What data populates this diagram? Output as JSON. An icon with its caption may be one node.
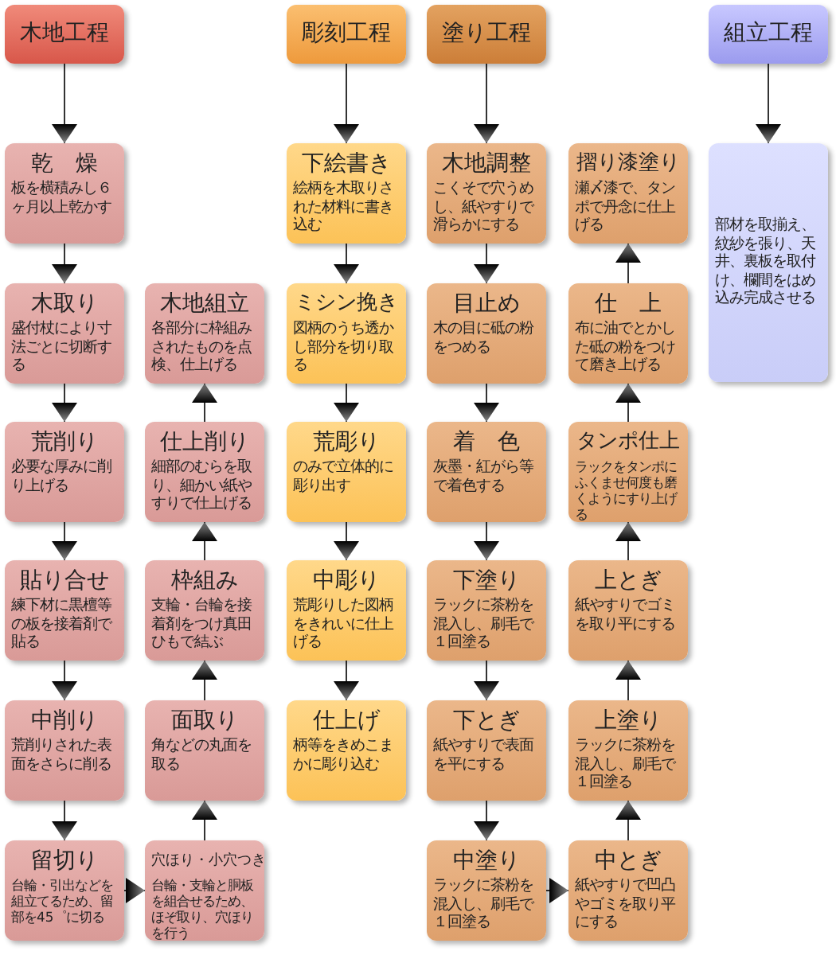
{
  "diagram": {
    "nodes": [
      {
        "text": [
          "木地工程"
        ]
      },
      {
        "text": [
          "彫刻工程"
        ]
      },
      {
        "text": [
          "塗り工程"
        ]
      },
      {
        "text": [
          "組立工程"
        ]
      },
      {
        "text": [
          "乾　燥",
          "板を横積みし６ヶ月以上乾かす"
        ]
      },
      {
        "text": [
          "木取り",
          "盛付杖により寸法ごとに切断する"
        ]
      },
      {
        "text": [
          "荒削り",
          "必要な厚みに削り上げる"
        ]
      },
      {
        "text": [
          "貼り合せ",
          "練下材に黒檀等の板を接着剤で貼る"
        ]
      },
      {
        "text": [
          "中削り",
          "荒削りされた表面をさらに削る"
        ]
      },
      {
        "text": [
          "留切り",
          "台輪・引出などを組立てるため、留部を45゜に切る"
        ]
      },
      {
        "text": [
          "木地組立",
          "各部分に枠組みされたものを点検、仕上げる"
        ]
      },
      {
        "text": [
          "仕上削り",
          "細部のむらを取り、細かい紙やすりで仕上げる"
        ]
      },
      {
        "text": [
          "枠組み",
          "支輪・台輪を接着剤をつけ真田ひもで結ぶ"
        ]
      },
      {
        "text": [
          "面取り",
          "角などの丸面を取る"
        ]
      },
      {
        "text": [
          "穴ほり・小穴つき",
          "台輪・支輪と胴板を組合せるため、ほぞ取り、穴ほりを行う"
        ]
      },
      {
        "text": [
          "下絵書き",
          "絵柄を木取りされた材料に書き込む"
        ]
      },
      {
        "text": [
          "ミシン挽き",
          "図柄のうち透かし部分を切り取る"
        ]
      },
      {
        "text": [
          "荒彫り",
          "のみで立体的に彫り出す"
        ]
      },
      {
        "text": [
          "中彫り",
          "荒彫りした図柄をきれいに仕上げる"
        ]
      },
      {
        "text": [
          "仕上げ",
          "柄等をきめこまかに彫り込む"
        ]
      },
      {
        "text": [
          "木地調整",
          "こくそで穴うめし、紙やすりで滑らかにする"
        ]
      },
      {
        "text": [
          "目止め",
          "木の目に砥の粉をつめる"
        ]
      },
      {
        "text": [
          "着　色",
          "灰墨・紅がら等で着色する"
        ]
      },
      {
        "text": [
          "下塗り",
          "ラックに茶粉を混入し、刷毛で１回塗る"
        ]
      },
      {
        "text": [
          "下とぎ",
          "紙やすりで表面を平にする"
        ]
      },
      {
        "text": [
          "中塗り",
          "ラックに茶粉を混入し、刷毛で１回塗る"
        ]
      },
      {
        "text": [
          "摺り漆塗り",
          "瀬〆漆で、タンポで丹念に仕上げる"
        ]
      },
      {
        "text": [
          "仕　上",
          "布に油でとかした砥の粉をつけて磨き上げる"
        ]
      },
      {
        "text": [
          "タンポ仕上",
          "ラックをタンポにふくませ何度も磨くようにすり上げる"
        ]
      },
      {
        "text": [
          "上とぎ",
          "紙やすりでゴミを取り平にする"
        ]
      },
      {
        "text": [
          "上塗り",
          "ラックに茶粉を混入し、刷毛で１回塗る"
        ]
      },
      {
        "text": [
          "中とぎ",
          "紙やすりで凹凸やゴミを取り平にする"
        ]
      },
      {
        "text": [
          "部材を取揃え、紋紗を張り、天井、裏板を取付け、欄間をはめ込み完成させる"
        ]
      }
    ],
    "edges": [
      {
        "from": 0,
        "to": 4,
        "arrow": "to"
      },
      {
        "from": 4,
        "to": 5,
        "arrow": "to"
      },
      {
        "from": 5,
        "to": 6,
        "arrow": "to"
      },
      {
        "from": 6,
        "to": 7,
        "arrow": "to"
      },
      {
        "from": 7,
        "to": 8,
        "arrow": "to"
      },
      {
        "from": 8,
        "to": 9,
        "arrow": "to"
      },
      {
        "from": 9,
        "to": 14,
        "arrow": "to"
      },
      {
        "from": 14,
        "to": 13,
        "arrow": "to"
      },
      {
        "from": 13,
        "to": 12,
        "arrow": "to"
      },
      {
        "from": 12,
        "to": 11,
        "arrow": "to"
      },
      {
        "from": 11,
        "to": 10,
        "arrow": "to"
      },
      {
        "from": 1,
        "to": 15,
        "arrow": "to"
      },
      {
        "from": 15,
        "to": 16,
        "arrow": "to"
      },
      {
        "from": 16,
        "to": 17,
        "arrow": "to"
      },
      {
        "from": 17,
        "to": 18,
        "arrow": "to"
      },
      {
        "from": 18,
        "to": 19,
        "arrow": "to"
      },
      {
        "from": 2,
        "to": 20,
        "arrow": "to"
      },
      {
        "from": 20,
        "to": 21,
        "arrow": "to"
      },
      {
        "from": 21,
        "to": 22,
        "arrow": "to"
      },
      {
        "from": 22,
        "to": 23,
        "arrow": "to"
      },
      {
        "from": 23,
        "to": 24,
        "arrow": "to"
      },
      {
        "from": 24,
        "to": 25,
        "arrow": "to"
      },
      {
        "from": 25,
        "to": 31,
        "arrow": "to"
      },
      {
        "from": 31,
        "to": 30,
        "arrow": "to"
      },
      {
        "from": 30,
        "to": 29,
        "arrow": "to"
      },
      {
        "from": 29,
        "to": 28,
        "arrow": "to"
      },
      {
        "from": 28,
        "to": 27,
        "arrow": "to"
      },
      {
        "from": 27,
        "to": 26,
        "arrow": "to"
      },
      {
        "from": 3,
        "to": 32,
        "arrow": "to"
      }
    ]
  }
}
